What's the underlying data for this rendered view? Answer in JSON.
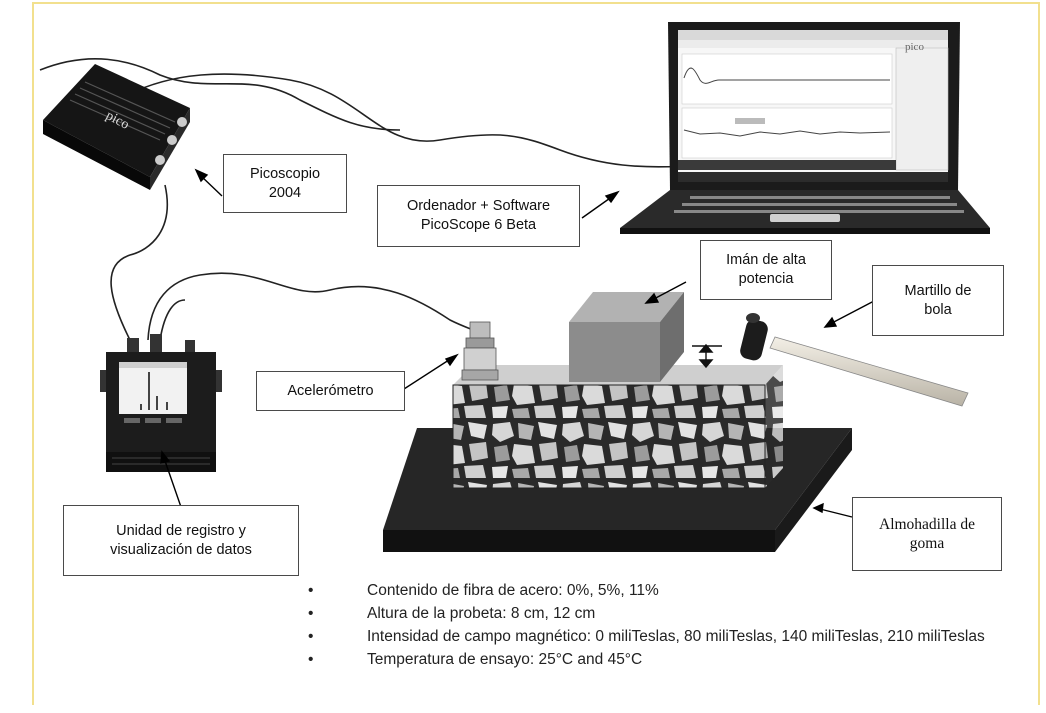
{
  "labels": {
    "picoscopio": "Picoscopio\n2004",
    "ordenador": "Ordenador + Software\nPicoScope 6 Beta",
    "iman": "Imán de alta\npotencia",
    "martillo": "Martillo de\nbola",
    "acelerometro": "Acelerómetro",
    "unidad": "Unidad de registro y\nvisualización de datos",
    "almohadilla": "Almohadilla de\ngoma"
  },
  "device_text": {
    "pico_brand": "pico",
    "screen_brand": "pico"
  },
  "bullets": [
    "Contenido de fibra de acero: 0%, 5%, 11%",
    "Altura de la probeta:  8 cm, 12 cm",
    "Intensidad de campo magnético: 0 miliTeslas, 80 miliTeslas, 140 miliTeslas, 210 miliTeslas",
    "Temperatura de ensayo: 25°C and 45°C"
  ],
  "colors": {
    "frame": "#f2e08e",
    "magnet": "#8c8c8c",
    "pad": "#1f1f1f"
  }
}
